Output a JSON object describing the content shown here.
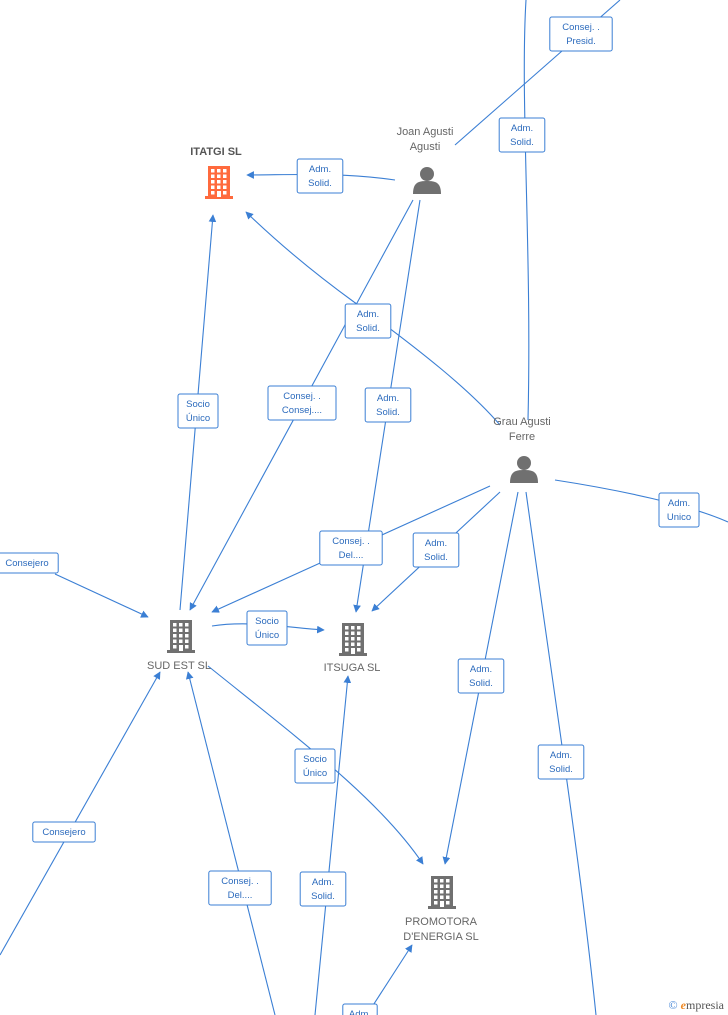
{
  "companies": [
    {
      "id": "itatgi",
      "label": [
        "ITATGI  SL"
      ],
      "color": "#ff6a3d"
    },
    {
      "id": "sudest",
      "label": [
        "SUD EST SL"
      ],
      "color": "#707070"
    },
    {
      "id": "itsuga",
      "label": [
        "ITSUGA SL"
      ],
      "color": "#707070"
    },
    {
      "id": "promotora",
      "label": [
        "PROMOTORA",
        "D'ENERGIA SL"
      ],
      "color": "#707070"
    }
  ],
  "people": [
    {
      "id": "joan",
      "label": [
        "Joan Agusti",
        "Agusti"
      ],
      "color": "#707070"
    },
    {
      "id": "grau",
      "label": [
        "Grau Agusti",
        "Ferre"
      ],
      "color": "#707070"
    }
  ],
  "edge_labels": [
    {
      "id": "e1",
      "lines": [
        "Consej. .",
        "Presid."
      ]
    },
    {
      "id": "e2",
      "lines": [
        "Adm.",
        "Solid."
      ]
    },
    {
      "id": "e3",
      "lines": [
        "Adm.",
        "Solid."
      ]
    },
    {
      "id": "e4",
      "lines": [
        "Adm.",
        "Solid."
      ]
    },
    {
      "id": "e5",
      "lines": [
        "Socio",
        "Único"
      ]
    },
    {
      "id": "e6",
      "lines": [
        "Consej. .",
        "Consej...."
      ]
    },
    {
      "id": "e7",
      "lines": [
        "Adm.",
        "Solid."
      ]
    },
    {
      "id": "e8",
      "lines": [
        "Adm.",
        "Unico"
      ]
    },
    {
      "id": "e9",
      "lines": [
        "Consejero"
      ]
    },
    {
      "id": "e10",
      "lines": [
        "Consej. .",
        "Del...."
      ]
    },
    {
      "id": "e11",
      "lines": [
        "Adm.",
        "Solid."
      ]
    },
    {
      "id": "e12",
      "lines": [
        "Socio",
        "Único"
      ]
    },
    {
      "id": "e13",
      "lines": [
        "Adm.",
        "Solid."
      ]
    },
    {
      "id": "e14",
      "lines": [
        "Socio",
        "Único"
      ]
    },
    {
      "id": "e15",
      "lines": [
        "Adm.",
        "Solid."
      ]
    },
    {
      "id": "e16",
      "lines": [
        "Consejero"
      ]
    },
    {
      "id": "e17",
      "lines": [
        "Consej. .",
        "Del...."
      ]
    },
    {
      "id": "e18",
      "lines": [
        "Adm.",
        "Solid."
      ]
    },
    {
      "id": "e19",
      "lines": [
        "Adm."
      ]
    }
  ],
  "brand": {
    "copyright": "©",
    "initial": "e",
    "rest": "mpresia"
  },
  "colors": {
    "edge": "#3b7fd4",
    "highlight": "#ff6a3d",
    "node": "#707070"
  }
}
